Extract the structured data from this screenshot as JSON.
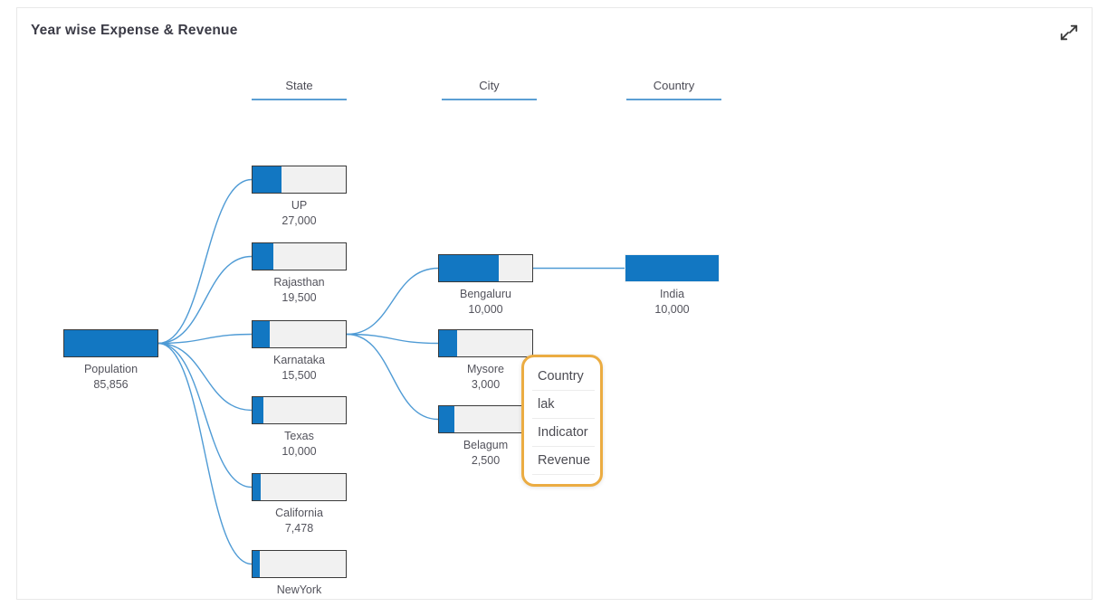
{
  "title": "Year wise Expense & Revenue",
  "colors": {
    "accent": "#1277c2",
    "link": "#4f9bd5",
    "underline": "#5b9fd4",
    "menu_border": "#ebac42",
    "node_empty": "#f1f1f1",
    "node_border": "#3a3a3a"
  },
  "menu": {
    "items": [
      "Country",
      "lak",
      "Indicator",
      "Revenue"
    ]
  },
  "chart_data": {
    "type": "decomposition_tree",
    "title": "Year wise Expense & Revenue",
    "root": "Population",
    "levels": [
      "State",
      "City",
      "Country"
    ],
    "nodes": [
      {
        "id": "Population",
        "label": "Population",
        "value": 85856,
        "value_display": "85,856",
        "level": 0,
        "slot": 0,
        "parent": null,
        "fill_pct": 100,
        "bordered": true
      },
      {
        "id": "UP",
        "label": "UP",
        "value": 27000,
        "value_display": "27,000",
        "level": 1,
        "slot": 0,
        "parent": "Population",
        "fill_pct": 31.4,
        "bordered": true
      },
      {
        "id": "Rajasthan",
        "label": "Rajasthan",
        "value": 19500,
        "value_display": "19,500",
        "level": 1,
        "slot": 1,
        "parent": "Population",
        "fill_pct": 22.7,
        "bordered": true
      },
      {
        "id": "Karnataka",
        "label": "Karnataka",
        "value": 15500,
        "value_display": "15,500",
        "level": 1,
        "slot": 2,
        "parent": "Population",
        "fill_pct": 18.1,
        "bordered": true
      },
      {
        "id": "Texas",
        "label": "Texas",
        "value": 10000,
        "value_display": "10,000",
        "level": 1,
        "slot": 3,
        "parent": "Population",
        "fill_pct": 11.6,
        "bordered": true
      },
      {
        "id": "California",
        "label": "California",
        "value": 7478,
        "value_display": "7,478",
        "level": 1,
        "slot": 4,
        "parent": "Population",
        "fill_pct": 8.7,
        "bordered": true
      },
      {
        "id": "NewYork",
        "label": "NewYork",
        "value": null,
        "value_display": "",
        "level": 1,
        "slot": 5,
        "parent": "Population",
        "fill_pct": 7.4,
        "bordered": true
      },
      {
        "id": "Bengaluru",
        "label": "Bengaluru",
        "value": 10000,
        "value_display": "10,000",
        "level": 2,
        "slot": 0,
        "parent": "Karnataka",
        "fill_pct": 64.5,
        "bordered": true
      },
      {
        "id": "Mysore",
        "label": "Mysore",
        "value": 3000,
        "value_display": "3,000",
        "level": 2,
        "slot": 1,
        "parent": "Karnataka",
        "fill_pct": 19.4,
        "bordered": true
      },
      {
        "id": "Belagum",
        "label": "Belagum",
        "value": 2500,
        "value_display": "2,500",
        "level": 2,
        "slot": 2,
        "parent": "Karnataka",
        "fill_pct": 16.1,
        "bordered": true
      },
      {
        "id": "India",
        "label": "India",
        "value": 10000,
        "value_display": "10,000",
        "level": 3,
        "slot": 0,
        "parent": "Bengaluru",
        "fill_pct": 100,
        "bordered": false
      }
    ]
  }
}
